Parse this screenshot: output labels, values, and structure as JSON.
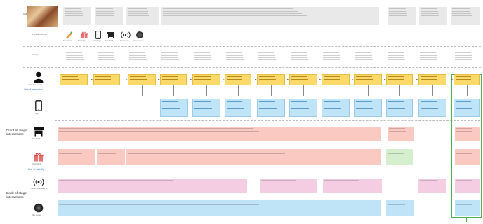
{
  "header": {
    "title": "Scenario A: Dining Room!"
  },
  "physical": {
    "row_label": "Physical touch pts",
    "items": [
      {
        "icon": "food-icon",
        "label": "Food items"
      },
      {
        "icon": "gift-icon",
        "label": "Promotion"
      },
      {
        "icon": "phone-icon",
        "label": "Smart app"
      },
      {
        "icon": "food-stall-icon",
        "label": "Food stall"
      },
      {
        "icon": "wifi-signal-icon",
        "label": "Smart tech"
      },
      {
        "icon": "user-sensor-icon",
        "label": "User sensor"
      }
    ]
  },
  "activity": {
    "row_label": "Activity"
  },
  "lanes": {
    "customer_actions": "Customer Actions",
    "line_of_interaction": "Line of interaction",
    "app": "App",
    "front_stage": "Front of stage interactions",
    "food_stall": "Food stall",
    "promotions": "Promotions",
    "line_of_visibility": "Line of visibility",
    "back_stage": "Back of stage interactions",
    "smart_tech": "Smart technology IoT",
    "user_sensor": "User sensor"
  },
  "colors": {
    "action": "#fbd96b",
    "app": "#bfe3f7",
    "front": "#f9c9c2",
    "back": "#f4cde3",
    "sensor": "#bfe3f7",
    "highlight": "#cfedc6",
    "highlight_border": "#4caf50",
    "line_blue": "#4a8fd6"
  }
}
